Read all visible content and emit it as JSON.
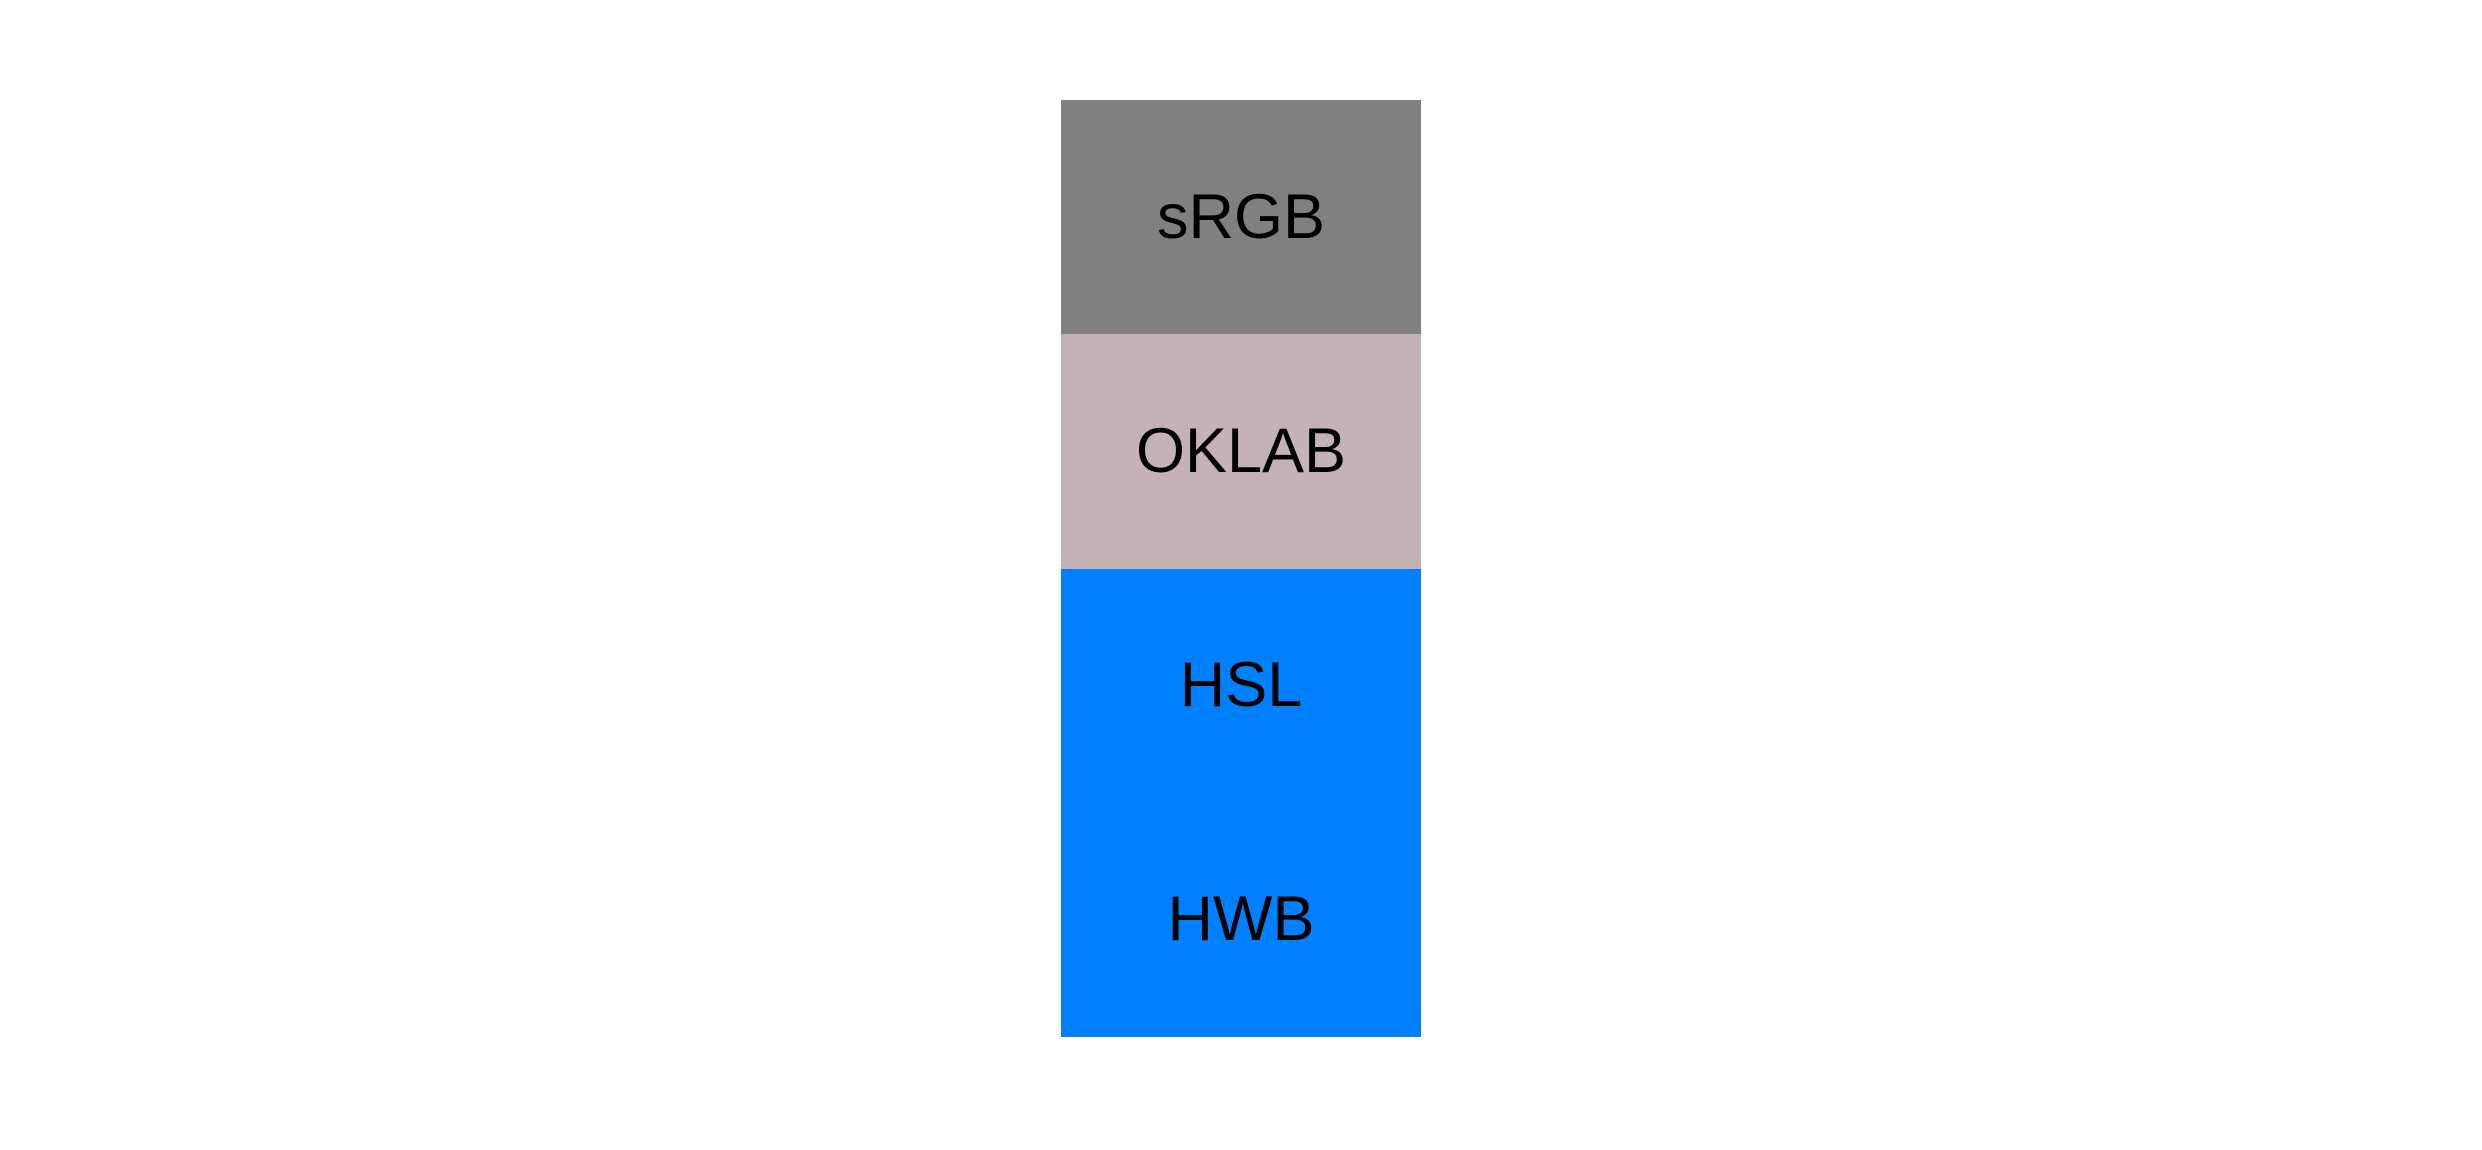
{
  "background_color": "#ffffff",
  "text_color": "#000000",
  "swatches": [
    {
      "label": "sRGB",
      "color": "#808080"
    },
    {
      "label": "OKLAB",
      "color": "#c5b2b4"
    },
    {
      "label": "HSL",
      "color": "#0080ff"
    },
    {
      "label": "HWB",
      "color": "#0080ff"
    }
  ]
}
